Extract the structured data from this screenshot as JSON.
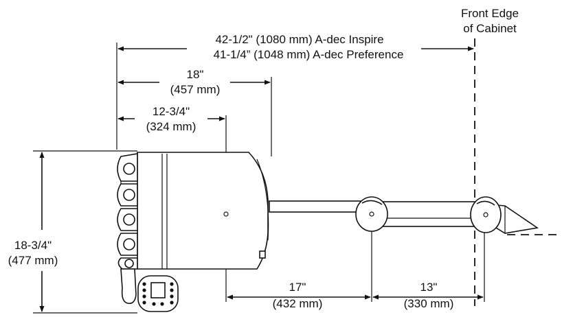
{
  "labels": {
    "front_edge_line1": "Front Edge",
    "front_edge_line2": "of Cabinet",
    "overall_inspire": "42-1/2\" (1080 mm) A-dec Inspire",
    "overall_preference": "41-1/4” (1048 mm) A-dec Preference",
    "width_18_in": "18\"",
    "width_18_mm": "(457 mm)",
    "width_1234_in": "12-3/4\"",
    "width_1234_mm": "(324 mm)",
    "height_in": "18-3/4\"",
    "height_mm": "(477 mm)",
    "arm_17_in": "17\"",
    "arm_17_mm": "(432 mm)",
    "arm_13_in": "13\"",
    "arm_13_mm": "(330 mm)"
  }
}
